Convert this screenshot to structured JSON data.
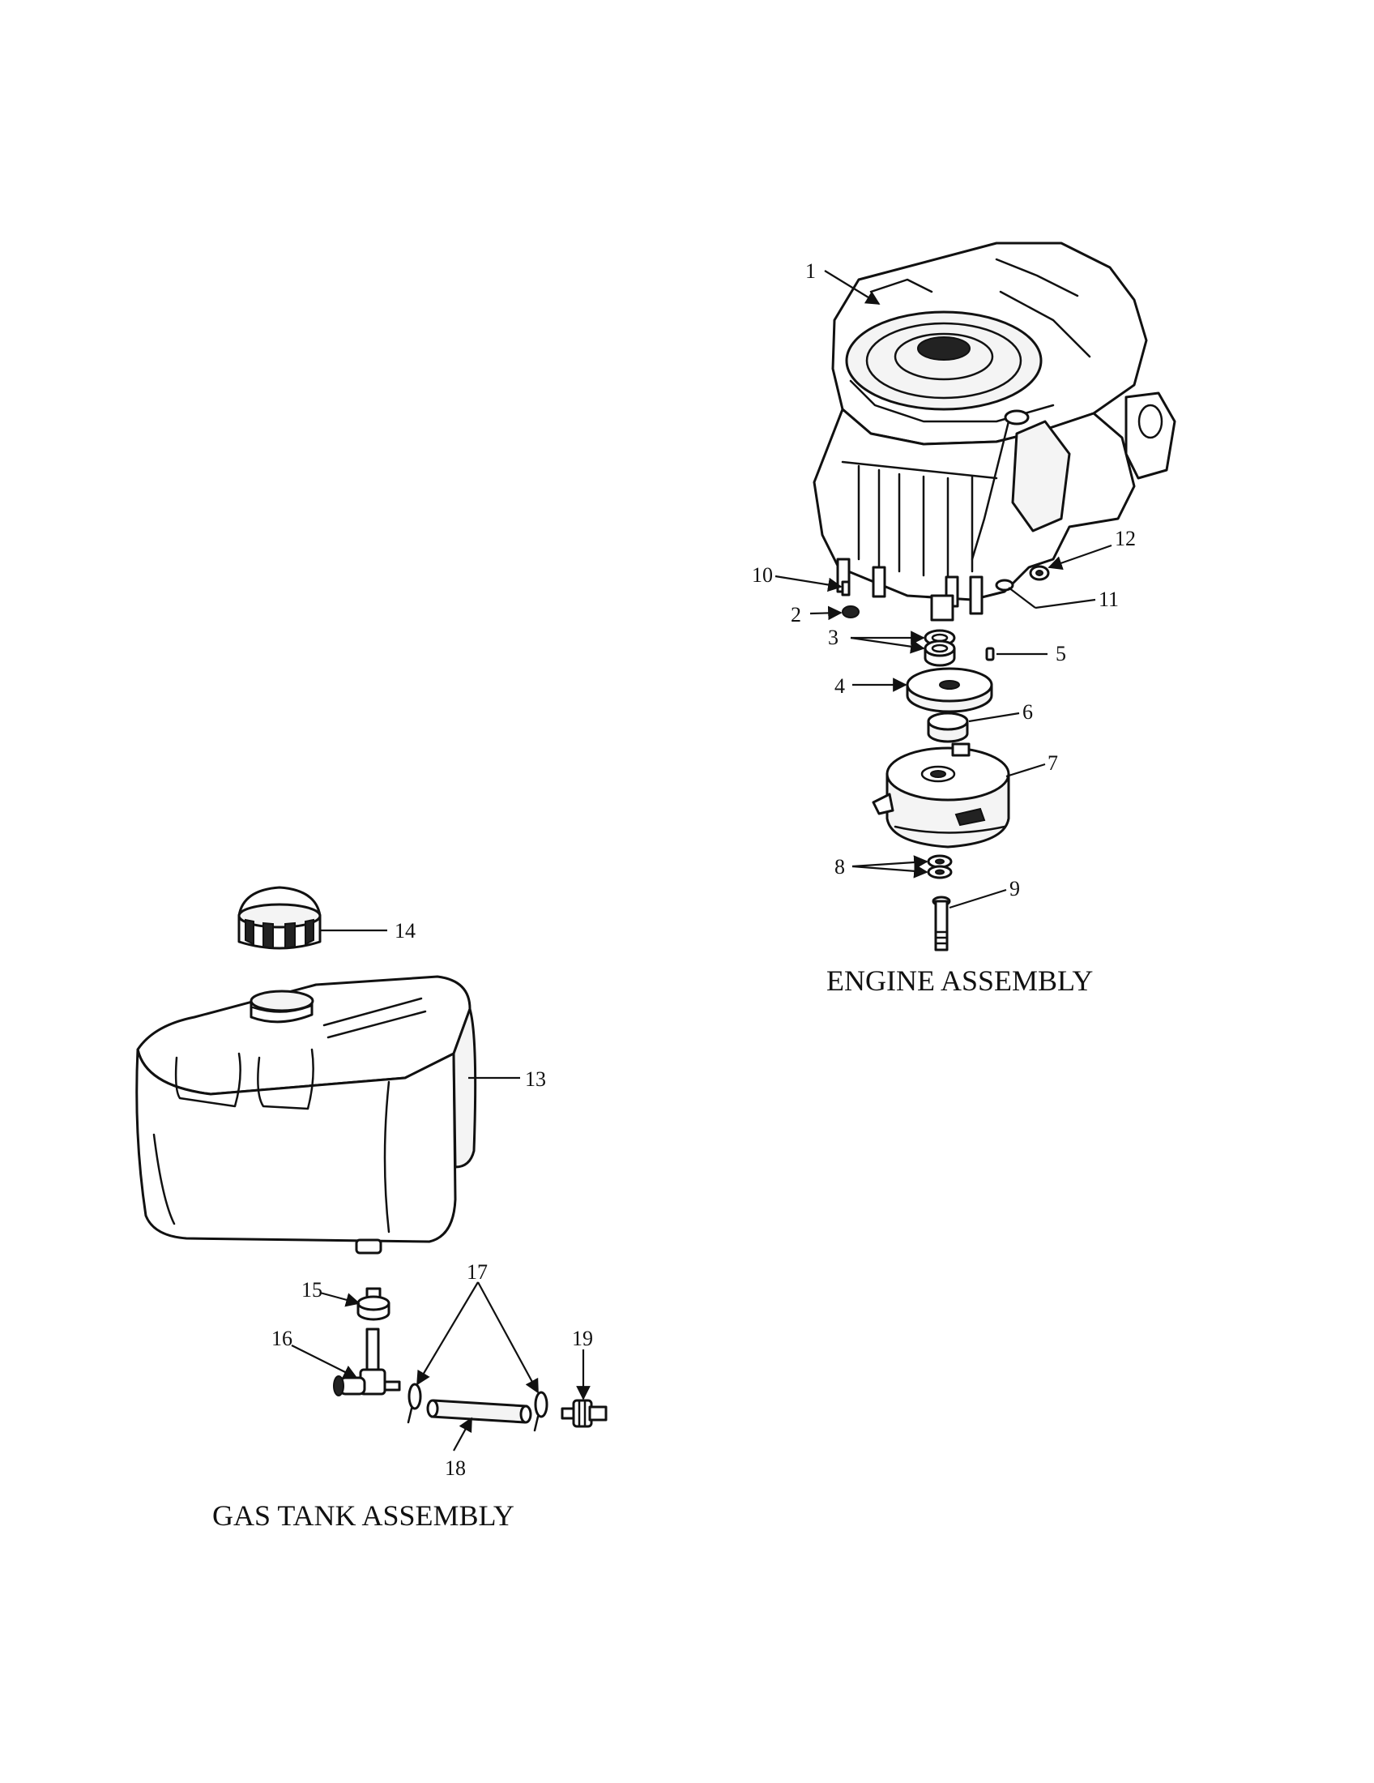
{
  "engine_assembly": {
    "title": "ENGINE ASSEMBLY",
    "callouts": [
      "1",
      "2",
      "3",
      "4",
      "5",
      "6",
      "7",
      "8",
      "9",
      "10",
      "11",
      "12"
    ]
  },
  "gas_tank_assembly": {
    "title": "GAS TANK ASSEMBLY",
    "callouts": [
      "13",
      "14",
      "15",
      "16",
      "17",
      "18",
      "19"
    ]
  },
  "colors": {
    "ink": "#111111",
    "paper": "#ffffff"
  }
}
